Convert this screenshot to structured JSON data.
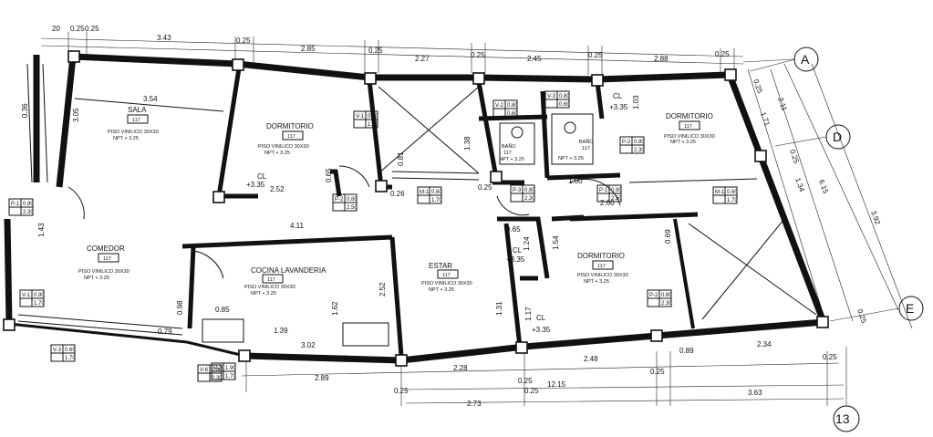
{
  "rooms": [
    {
      "id": "sala",
      "name": "SALA",
      "code": "117",
      "finish": "PISO VINILICO 30X30",
      "npt": "NPT + 3.25"
    },
    {
      "id": "dormitorio1",
      "name": "DORMITORIO",
      "code": "117",
      "finish": "PISO VINILICO 30X30",
      "npt": "NPT + 3.25"
    },
    {
      "id": "dormitorio2",
      "name": "DORMITORIO",
      "code": "117",
      "finish": "PISO VINILICO 30X30",
      "npt": "NPT + 3.25"
    },
    {
      "id": "dormitorio3",
      "name": "DORMITORIO",
      "code": "117",
      "finish": "PISO VINILICO 30X30",
      "npt": "NPT + 3.25"
    },
    {
      "id": "comedor",
      "name": "COMEDOR",
      "code": "117",
      "finish": "PISO VINILICO 30X30",
      "npt": "NPT + 3.25"
    },
    {
      "id": "cocina",
      "name": "COCINA LAVANDERIA",
      "code": "117",
      "finish": "PISO VINILICO 30X30",
      "npt": "NPT + 3.25"
    },
    {
      "id": "estar",
      "name": "ESTAR",
      "code": "117",
      "finish": "PISO VINILICO 30X30",
      "npt": "NPT + 3.25"
    },
    {
      "id": "bano1",
      "name": "BAÑO",
      "code": "117",
      "npt": "NPT + 3.25"
    },
    {
      "id": "bano2",
      "name": "BAÑO",
      "code": "117",
      "npt": "NPT + 3.25"
    }
  ],
  "closets": [
    {
      "id": "cl1",
      "label": "CL",
      "level": "+3.35"
    },
    {
      "id": "cl2",
      "label": "CL",
      "level": "+3.35"
    },
    {
      "id": "cl3",
      "label": "CL",
      "level": "+3.35"
    },
    {
      "id": "cl4",
      "label": "CL",
      "level": "+3.35"
    }
  ],
  "axes": [
    "A",
    "D",
    "E",
    "13"
  ],
  "top_dims": [
    "20",
    "0.25",
    "0.25",
    "3.43",
    "0.25",
    "2.85",
    "0.25",
    "2.27",
    "0.25",
    "2.45",
    "0.25",
    "2.88",
    "0.25"
  ],
  "bottom_dims": [
    "2.89",
    "0.25",
    "2.28",
    "0.25",
    "2.48",
    "0.25",
    "0.89",
    "2.34",
    "0.25",
    "12.15",
    "0.25",
    "2.73",
    "3.63"
  ],
  "right_dims": [
    "0.25",
    "2.11",
    "1.71",
    "0.25",
    "1.34",
    "6.15",
    "3.92",
    "0.25"
  ],
  "interior_dims": [
    "3.54",
    "3.05",
    "2.52",
    "0.65",
    "1.38",
    "0.81",
    "0.26",
    "0.25",
    "1.60",
    "4.11",
    "2.60",
    "0.69",
    "1.54",
    "1.24",
    "1.31",
    "1.17",
    "0.85",
    "0.79",
    "1.39",
    "3.02",
    "2.52",
    "1.62",
    "0.98",
    "1.03",
    "0.36",
    "1.43",
    "0.65"
  ],
  "openings": [
    {
      "type": "V-1",
      "w": "0.80",
      "h": "1.70"
    },
    {
      "type": "V-2",
      "w": "0.80",
      "h": "0.60"
    },
    {
      "type": "V-3",
      "w": "0.80",
      "h": "0.60"
    },
    {
      "type": "P-2",
      "w": "0.80",
      "h": "2.50"
    },
    {
      "type": "P-3",
      "w": "0.80",
      "h": "2.30"
    },
    {
      "type": "M-1",
      "w": "0.60",
      "h": "1.70"
    },
    {
      "type": "P-1",
      "w": "0.90",
      "h": "2.30"
    },
    {
      "type": "P-2",
      "w": "0.80",
      "h": "2.30"
    },
    {
      "type": "V-1",
      "w": "0.90",
      "h": "1.70"
    },
    {
      "type": "V-3",
      "w": "0.60",
      "h": "1.70"
    },
    {
      "type": "V-6",
      "w": "0.80",
      "h": "2.30"
    },
    {
      "type": "M-1",
      "w": "0.60",
      "h": "1.70"
    },
    {
      "type": "P-1",
      "w": "0.90",
      "h": "2.50"
    },
    {
      "type": "P-2",
      "w": "0.80",
      "h": "2.30"
    },
    {
      "type": "V-2",
      "w": "1.90",
      "h": "1.70"
    },
    {
      "type": "V-1",
      "w": "0.90",
      "h": "1.70"
    },
    {
      "type": "V-6",
      "w": "0.80",
      "h": "2.30"
    },
    {
      "type": "V-1",
      "w": "0.90",
      "h": "1.70"
    }
  ]
}
